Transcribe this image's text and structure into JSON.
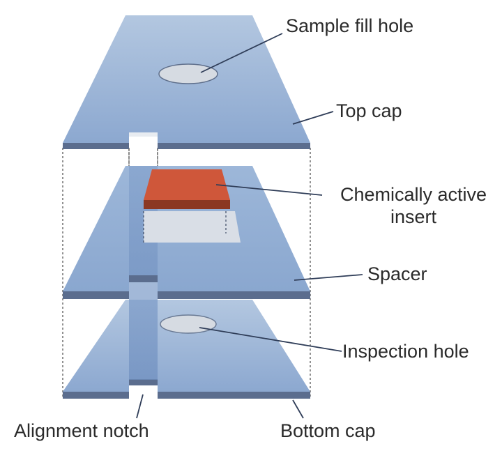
{
  "labels": {
    "sample_fill_hole": "Sample fill hole",
    "top_cap": "Top cap",
    "chemically_active_line1": "Chemically active",
    "chemically_active_line2": "insert",
    "spacer": "Spacer",
    "inspection_hole": "Inspection hole",
    "alignment_notch": "Alignment notch",
    "bottom_cap": "Bottom cap"
  },
  "colors": {
    "layer_top": "#a9c0dc",
    "layer_bottom": "#8facd2",
    "layer_edge": "#5a6c8c",
    "insert_top": "#d0583a",
    "insert_edge": "#8e3a24",
    "hole": "#d8dde4",
    "leader": "#2f3d58"
  }
}
